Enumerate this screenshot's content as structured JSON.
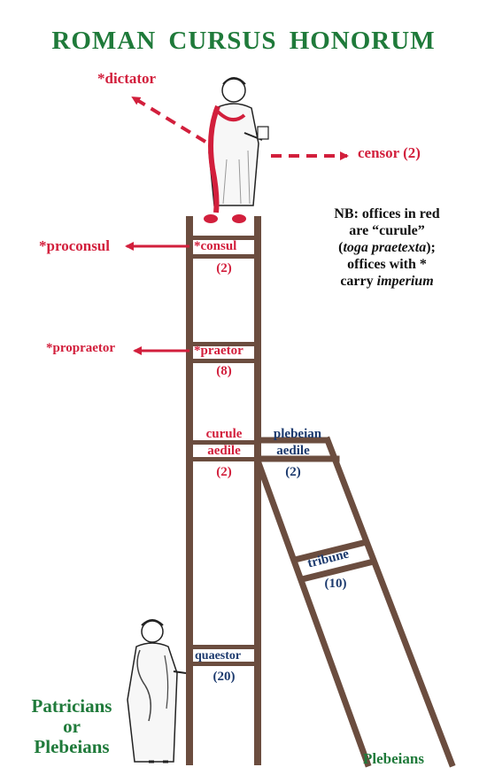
{
  "title": "ROMAN CURSUS HONORUM",
  "colors": {
    "ladder": "#6b4d3f",
    "curule": "#d21f3c",
    "non_curule": "#1c3a6e",
    "title": "#1f7a3a"
  },
  "offices": {
    "dictator": "*dictator",
    "censor": "censor (2)",
    "proconsul": "*proconsul",
    "consul": "*consul",
    "consul_count": "(2)",
    "propraetor": "*propraetor",
    "praetor": "*praetor",
    "praetor_count": "(8)",
    "curule_aedile_1": "curule",
    "curule_aedile_2": "aedile",
    "curule_aedile_count": "(2)",
    "plebeian_aedile_1": "plebeian",
    "plebeian_aedile_2": "aedile",
    "plebeian_aedile_count": "(2)",
    "tribune": "tribune",
    "tribune_count": "(10)",
    "quaestor": "quaestor",
    "quaestor_count": "(20)"
  },
  "note": {
    "line1": "NB: offices in red",
    "line2": "are “curule”",
    "line3_italic": "toga praetexta",
    "line4": "offices with *",
    "line5_text": "carry ",
    "line5_italic": "imperium"
  },
  "groups": {
    "patricians_1": "Patricians",
    "patricians_2": "or",
    "patricians_3": "Plebeians",
    "plebeians": "Plebeians"
  }
}
